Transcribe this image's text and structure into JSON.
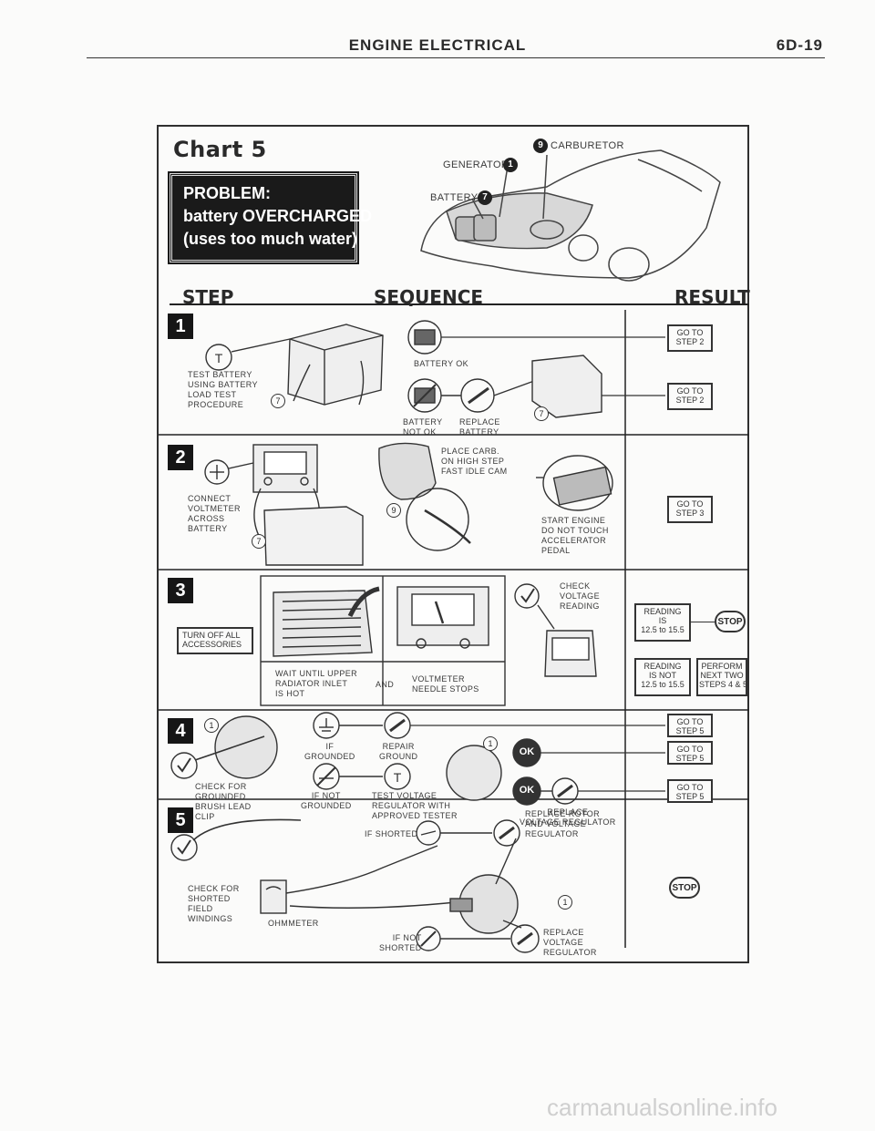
{
  "header": {
    "title": "ENGINE ELECTRICAL",
    "page": "6D-19"
  },
  "chart_title": "Chart 5",
  "problem": [
    "PROBLEM:",
    "battery OVERCHARGED",
    "(uses too much water)"
  ],
  "callouts": {
    "generator": "GENERATOR",
    "generator_num": "1",
    "carburetor": "CARBURETOR",
    "carburetor_num": "9",
    "battery": "BATTERY",
    "battery_num": "7"
  },
  "columns": {
    "step": "STEP",
    "sequence": "SEQUENCE",
    "result": "RESULT"
  },
  "step1": {
    "num": "1",
    "action": [
      "TEST BATTERY",
      "USING BATTERY",
      "LOAD TEST",
      "PROCEDURE"
    ],
    "ref": "7",
    "ok_label": "BATTERY OK",
    "notok_label": [
      "BATTERY",
      "NOT OK"
    ],
    "replace_label": [
      "REPLACE",
      "BATTERY"
    ],
    "result_a": [
      "GO TO",
      "STEP 2"
    ],
    "result_b": [
      "GO TO",
      "STEP 2"
    ]
  },
  "step2": {
    "num": "2",
    "action": [
      "CONNECT",
      "VOLTMETER",
      "ACROSS",
      "BATTERY"
    ],
    "ref_battery": "7",
    "carb_label": [
      "PLACE CARB.",
      "ON HIGH STEP",
      "FAST IDLE CAM"
    ],
    "ref_carb": "9",
    "engine_label": [
      "START ENGINE",
      "DO NOT TOUCH",
      "ACCELERATOR",
      "PEDAL"
    ],
    "result": [
      "GO TO",
      "STEP 3"
    ]
  },
  "step3": {
    "num": "3",
    "action": [
      "TURN OFF ALL",
      "ACCESSORIES"
    ],
    "radiator_label": [
      "WAIT UNTIL UPPER",
      "RADIATOR INLET",
      "IS HOT"
    ],
    "and": "AND",
    "meter_label": [
      "VOLTMETER",
      "NEEDLE STOPS"
    ],
    "check_label": [
      "CHECK",
      "VOLTAGE",
      "READING"
    ],
    "reading_is": [
      "READING",
      "IS",
      "12.5 to 15.5"
    ],
    "reading_not": [
      "READING",
      "IS NOT",
      "12.5 to 15.5"
    ],
    "perform": [
      "PERFORM",
      "NEXT TWO",
      "STEPS 4 & 5"
    ],
    "stop": "STOP"
  },
  "step4": {
    "num": "4",
    "ref": "1",
    "action": [
      "CHECK FOR",
      "GROUNDED",
      "BRUSH LEAD",
      "CLIP"
    ],
    "if_grounded": [
      "IF",
      "GROUNDED"
    ],
    "repair_ground": [
      "REPAIR",
      "GROUND"
    ],
    "if_not_grounded": [
      "IF NOT",
      "GROUNDED"
    ],
    "test_voltage": [
      "TEST VOLTAGE",
      "REGULATOR WITH",
      "APPROVED TESTER"
    ],
    "ok": "OK",
    "replace_regulator": [
      "REPLACE",
      "VOLTAGE REGULATOR"
    ],
    "ref_b": "1",
    "results": [
      [
        "GO TO",
        "STEP 5"
      ],
      [
        "GO TO",
        "STEP 5"
      ],
      [
        "GO TO",
        "STEP 5"
      ]
    ]
  },
  "step5": {
    "num": "5",
    "action": [
      "CHECK FOR",
      "SHORTED",
      "FIELD",
      "WINDINGS"
    ],
    "ohmmeter": "OHMMETER",
    "if_shorted": "IF SHORTED",
    "if_not_shorted": [
      "IF NOT",
      "SHORTED"
    ],
    "replace_rotor": [
      "REPLACE ROTOR",
      "AND VOLTAGE",
      "REGULATOR"
    ],
    "replace_regulator": [
      "REPLACE",
      "VOLTAGE",
      "REGULATOR"
    ],
    "ref": "1",
    "stop": "STOP"
  },
  "watermark": "carmanualsonline.info"
}
